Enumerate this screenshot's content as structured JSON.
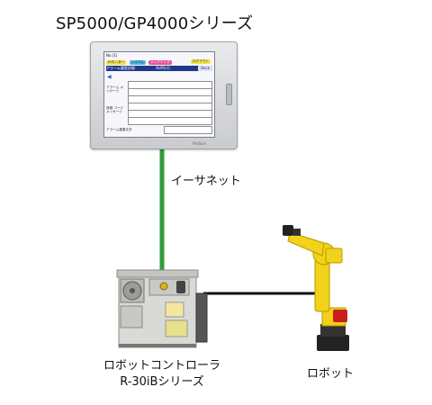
{
  "title": "SP5000/GP4000シリーズ",
  "connection_ethernet_label": "イーサネット",
  "controller": {
    "line1": "ロボットコントローラ",
    "line2": "R-30iBシリーズ"
  },
  "robot_label": "ロボット",
  "hmi_screen": {
    "header": "No.(1)",
    "pill_1": "IOモニター",
    "pill_2": "システム",
    "pill_3": "メンテナンス",
    "pill_4": "ログアウト",
    "bar_title": "アラーム履歴詳細",
    "bar_alm": "ALM(ロ)",
    "bar_back": "Back",
    "alarm_message_label": "アラーム メッセージ",
    "detail_code_label": "詳細 コード メッセージ",
    "alarm_level_label": "アラーム重度文字",
    "brand": "Proface"
  },
  "colors": {
    "ethernet_line": "#2e9e3a",
    "robot_line": "#111111",
    "robot_yellow": "#f2d21a",
    "hmi_bar": "#203a8a"
  }
}
